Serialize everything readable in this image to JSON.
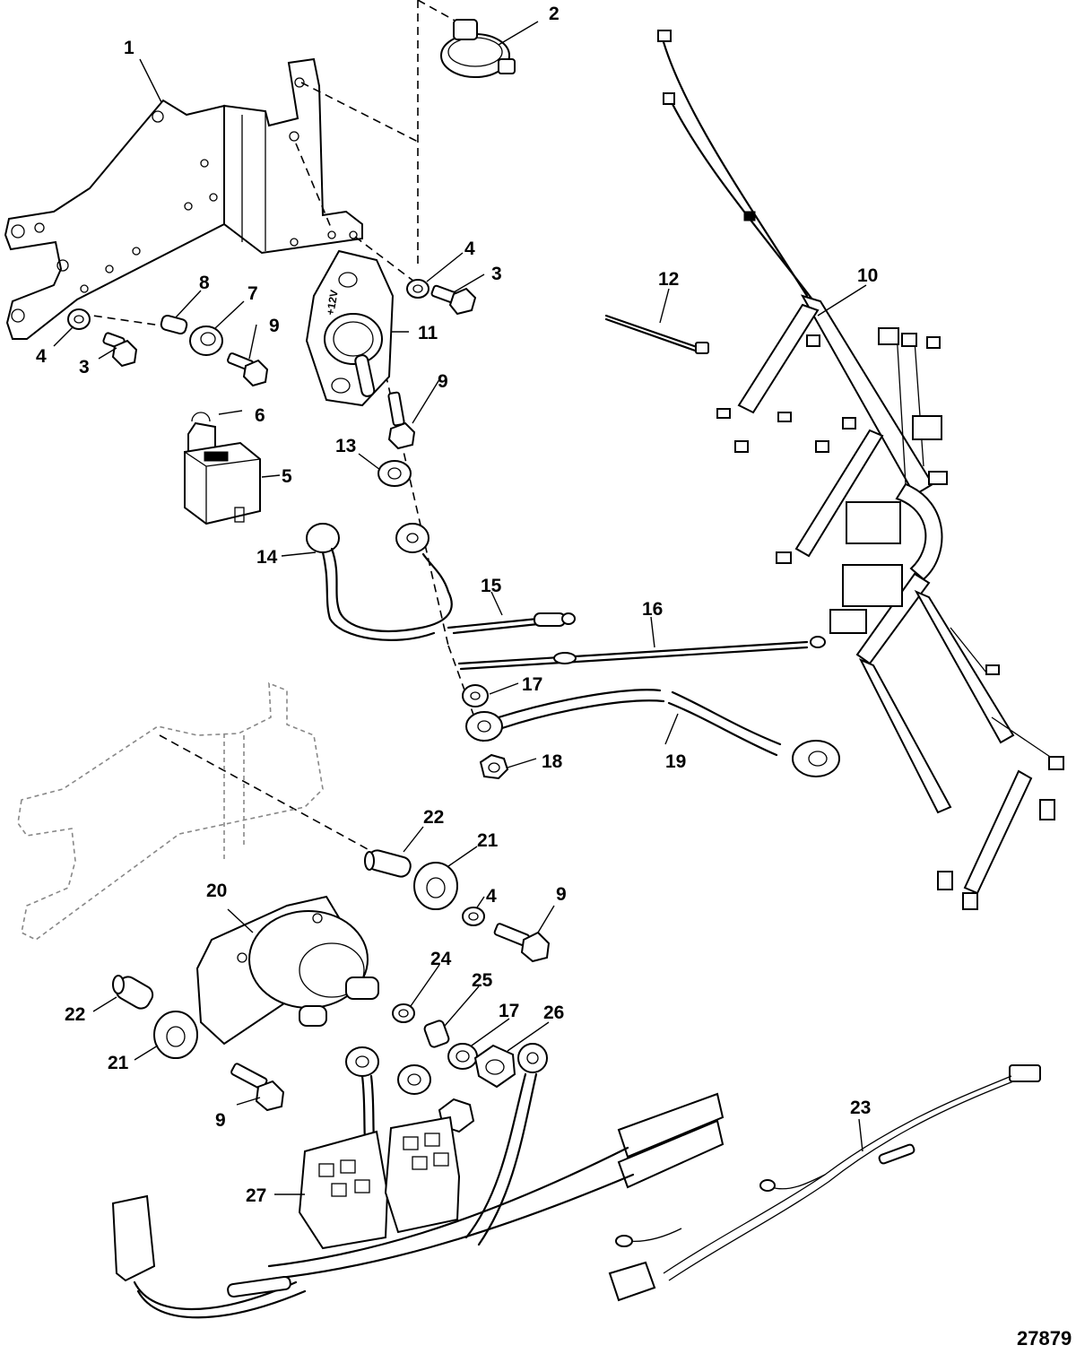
{
  "figure_number": "27879",
  "coil_stamp": "+12V",
  "callouts": [
    {
      "id": "c1",
      "label": "1"
    },
    {
      "id": "c2",
      "label": "2"
    },
    {
      "id": "c3a",
      "label": "3"
    },
    {
      "id": "c3b",
      "label": "3"
    },
    {
      "id": "c4a",
      "label": "4"
    },
    {
      "id": "c4b",
      "label": "4"
    },
    {
      "id": "c4c",
      "label": "4"
    },
    {
      "id": "c5",
      "label": "5"
    },
    {
      "id": "c6",
      "label": "6"
    },
    {
      "id": "c7",
      "label": "7"
    },
    {
      "id": "c8",
      "label": "8"
    },
    {
      "id": "c9a",
      "label": "9"
    },
    {
      "id": "c9b",
      "label": "9"
    },
    {
      "id": "c9c",
      "label": "9"
    },
    {
      "id": "c9d",
      "label": "9"
    },
    {
      "id": "c10",
      "label": "10"
    },
    {
      "id": "c11",
      "label": "11"
    },
    {
      "id": "c12",
      "label": "12"
    },
    {
      "id": "c13",
      "label": "13"
    },
    {
      "id": "c14",
      "label": "14"
    },
    {
      "id": "c15",
      "label": "15"
    },
    {
      "id": "c16",
      "label": "16"
    },
    {
      "id": "c17a",
      "label": "17"
    },
    {
      "id": "c17b",
      "label": "17"
    },
    {
      "id": "c18",
      "label": "18"
    },
    {
      "id": "c19",
      "label": "19"
    },
    {
      "id": "c20",
      "label": "20"
    },
    {
      "id": "c21a",
      "label": "21"
    },
    {
      "id": "c21b",
      "label": "21"
    },
    {
      "id": "c22a",
      "label": "22"
    },
    {
      "id": "c22b",
      "label": "22"
    },
    {
      "id": "c23",
      "label": "23"
    },
    {
      "id": "c24",
      "label": "24"
    },
    {
      "id": "c25",
      "label": "25"
    },
    {
      "id": "c26",
      "label": "26"
    },
    {
      "id": "c27",
      "label": "27"
    }
  ]
}
